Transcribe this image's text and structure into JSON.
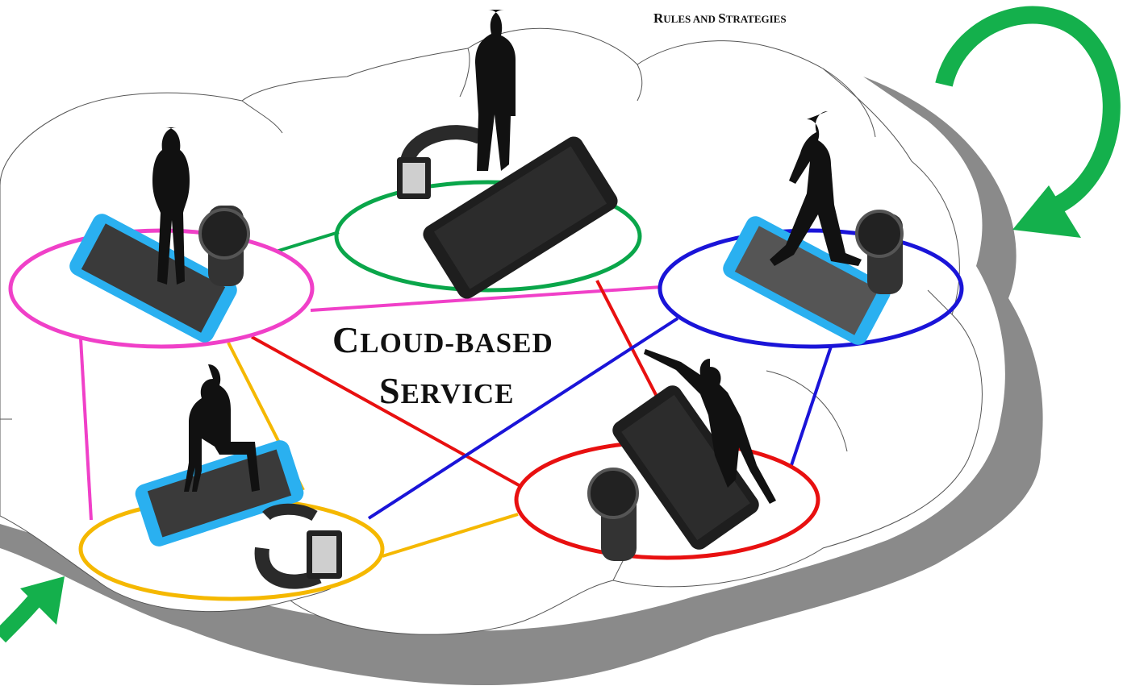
{
  "diagram": {
    "center_label": {
      "line1_cap": "C",
      "line1_rest": "LOUD-BASED",
      "line2_cap": "S",
      "line2_rest": "ERVICE"
    },
    "top_label": {
      "w1_cap": "R",
      "w1_rest": "ULES AND ",
      "w2_cap": "S",
      "w2_rest": "TRATEGIES"
    },
    "colors": {
      "pink": "#f040c8",
      "green": "#0aa64a",
      "blue": "#1a14d8",
      "yellow": "#f5b800",
      "red": "#e81010",
      "arrow": "#14b04c",
      "cloud_shadow": "#8a8a8a",
      "phone_blue": "#2ab0f0",
      "device_dark": "#222222"
    },
    "nodes": [
      {
        "id": "pink",
        "person": "standing-woman",
        "phone": "blue-smartphone",
        "watch": "round-smartwatch"
      },
      {
        "id": "green",
        "person": "standing-man",
        "phone": "black-smartphone",
        "watch": "square-smartwatch"
      },
      {
        "id": "blue",
        "person": "walking-man",
        "phone": "blue-smartphone",
        "watch": "round-smartwatch"
      },
      {
        "id": "yellow",
        "person": "seated-man",
        "phone": "blue-smartphone",
        "watch": "square-smartwatch"
      },
      {
        "id": "red",
        "person": "stretching-woman",
        "phone": "black-smartphone",
        "watch": "round-smartwatch"
      }
    ],
    "links": [
      [
        "pink",
        "green"
      ],
      [
        "pink",
        "blue"
      ],
      [
        "pink",
        "yellow"
      ],
      [
        "pink",
        "red"
      ],
      [
        "pink",
        "yellow-diag"
      ],
      [
        "green",
        "red"
      ],
      [
        "blue",
        "yellow"
      ],
      [
        "blue",
        "red"
      ],
      [
        "yellow",
        "red"
      ]
    ]
  }
}
